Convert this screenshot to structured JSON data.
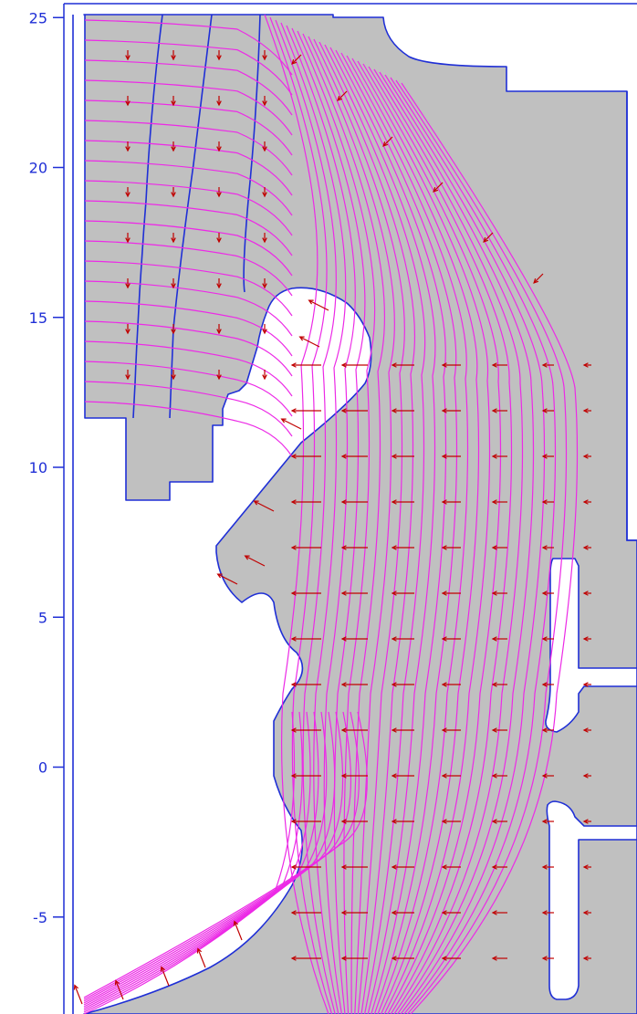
{
  "chart_data": {
    "type": "other",
    "title": "",
    "xlabel": "",
    "ylabel": "",
    "ylim": [
      -8.5,
      25.5
    ],
    "yticks": [
      25,
      20,
      15,
      10,
      5,
      0,
      -5
    ],
    "tick_labels": [
      "25",
      "20",
      "15",
      "10",
      "5",
      "0",
      "-5"
    ],
    "grid": false,
    "colors": {
      "axis": "#1f2fd6",
      "iron": "#c0c0c0",
      "air": "#ffffff",
      "flux_lines": "#ec2ae6",
      "field_vectors": "#c00000"
    }
  }
}
